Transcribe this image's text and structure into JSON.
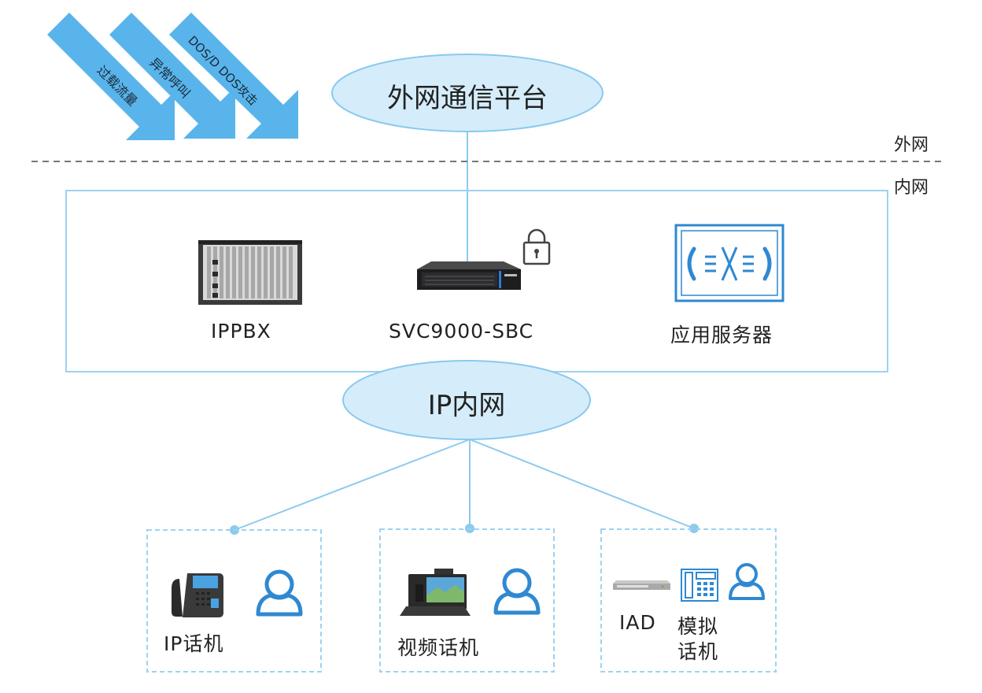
{
  "attacks": [
    {
      "label": "过载流量"
    },
    {
      "label": "异常呼叫"
    },
    {
      "label": "DOS/D DOS攻击"
    }
  ],
  "external_platform": {
    "label": "外网通信平台"
  },
  "zones": {
    "outer": "外网",
    "inner": "内网"
  },
  "core_devices": [
    {
      "label": "IPPBX",
      "icon": "ippbx-chassis-icon"
    },
    {
      "label": "SVC9000-SBC",
      "icon": "sbc-appliance-icon"
    },
    {
      "label": "应用服务器",
      "icon": "app-server-icon"
    }
  ],
  "lock_icon": "lock-icon",
  "ip_network": {
    "label": "IP内网"
  },
  "endpoints": [
    {
      "label": "IP话机",
      "icon": "ip-phone-icon"
    },
    {
      "label": "视频话机",
      "icon": "video-phone-icon"
    },
    {
      "label_a": "IAD",
      "label_b_line1": "模拟",
      "label_b_line2": "话机",
      "icon": "iad-device-icon"
    }
  ],
  "colors": {
    "arrow": "#58b4ea",
    "ellipse_fill": "#d5ecfa",
    "ellipse_stroke": "#8ac9ee",
    "line": "#8ccaee",
    "box_stroke": "#9ed2f2",
    "user_icon": "#2e88d2"
  }
}
